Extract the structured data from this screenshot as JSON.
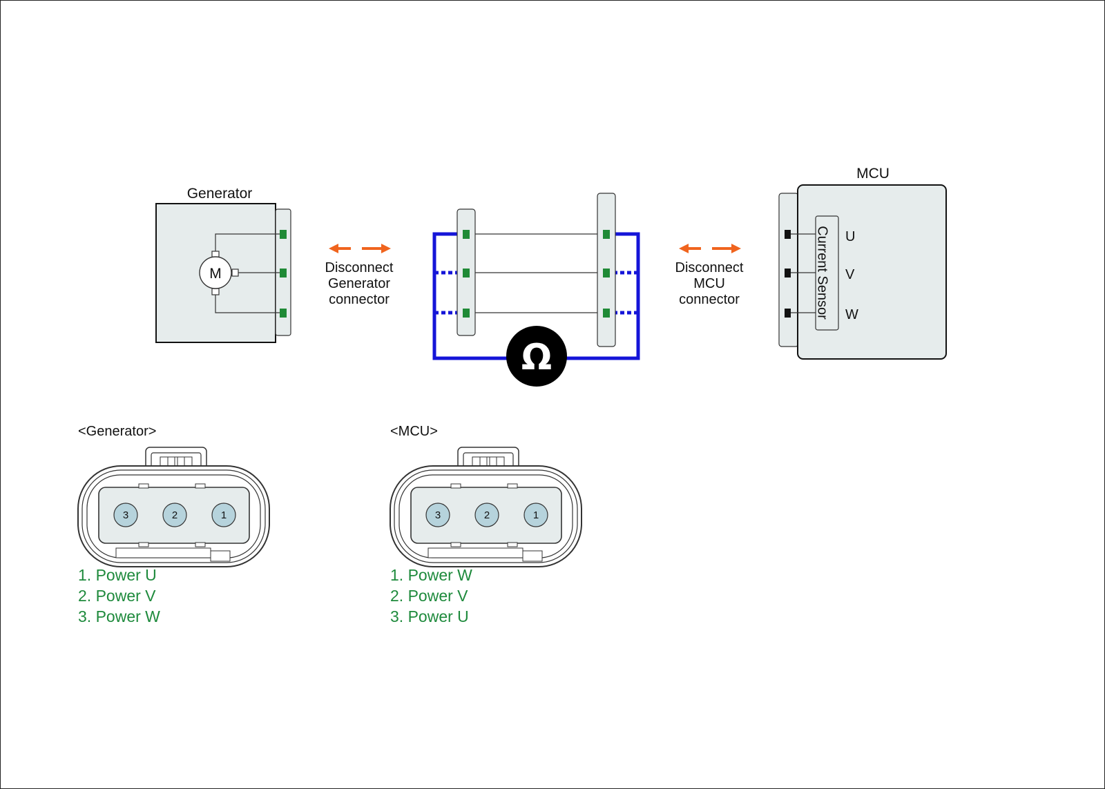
{
  "diagram": {
    "generator_label": "Generator",
    "motor_label": "M",
    "mcu_label": "MCU",
    "current_sensor_label": "Current Sensor",
    "phase_labels": [
      "U",
      "V",
      "W"
    ],
    "ohmmeter_symbol": "Ω",
    "disconnect_generator": [
      "Disconnect",
      "Generator",
      "connector"
    ],
    "disconnect_mcu": [
      "Disconnect",
      "MCU",
      "connector"
    ]
  },
  "connectors": {
    "generator": {
      "title": "<Generator>",
      "pin_numbers": [
        "3",
        "2",
        "1"
      ],
      "pins": [
        "1. Power U",
        "2. Power V",
        "3. Power W"
      ]
    },
    "mcu": {
      "title": "<MCU>",
      "pin_numbers": [
        "3",
        "2",
        "1"
      ],
      "pins": [
        "1. Power W",
        "2. Power V",
        "3. Power U"
      ]
    }
  },
  "colors": {
    "housing_fill": "#e6ecec",
    "terminal_green": "#1f8a36",
    "probe_blue": "#1515d8",
    "arrow_orange": "#f0641e",
    "pin_fill": "#b6d3dc",
    "pin_text_green": "#1e8a3c"
  }
}
